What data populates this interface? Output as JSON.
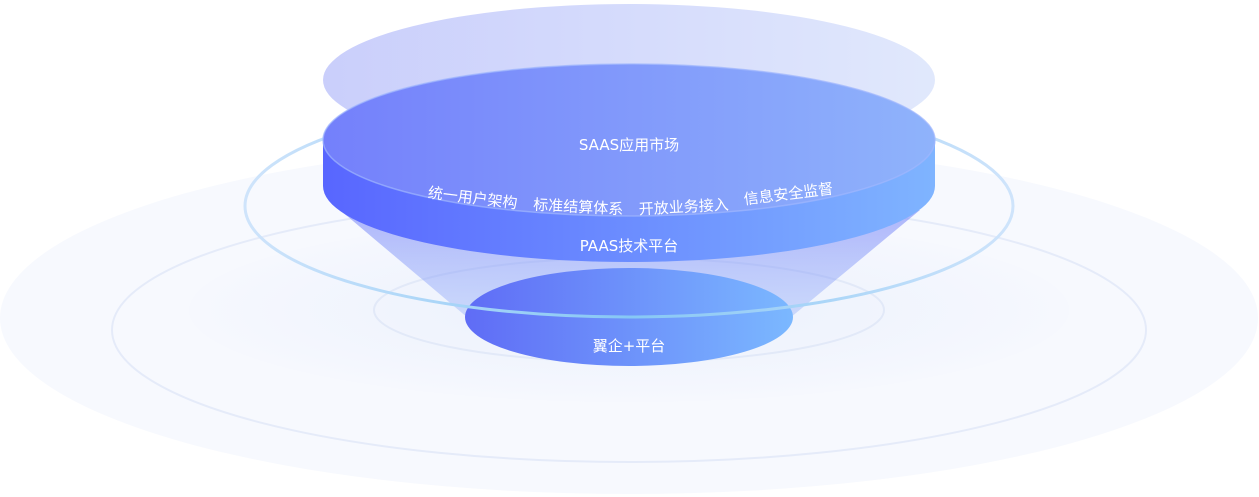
{
  "layers": {
    "saas": {
      "label": "SAAS应用市场"
    },
    "capabilities": [
      "统一用户架构",
      "标准结算体系",
      "开放业务接入",
      "信息安全监督"
    ],
    "paas": {
      "label": "PAAS技术平台"
    },
    "base": {
      "label": "翼企+平台"
    }
  },
  "colors": {
    "primary_blue": "#5c6bff",
    "light_blue": "#88c0ff",
    "ring_blue": "#7fc6f5",
    "halo": "#eef2fd"
  }
}
